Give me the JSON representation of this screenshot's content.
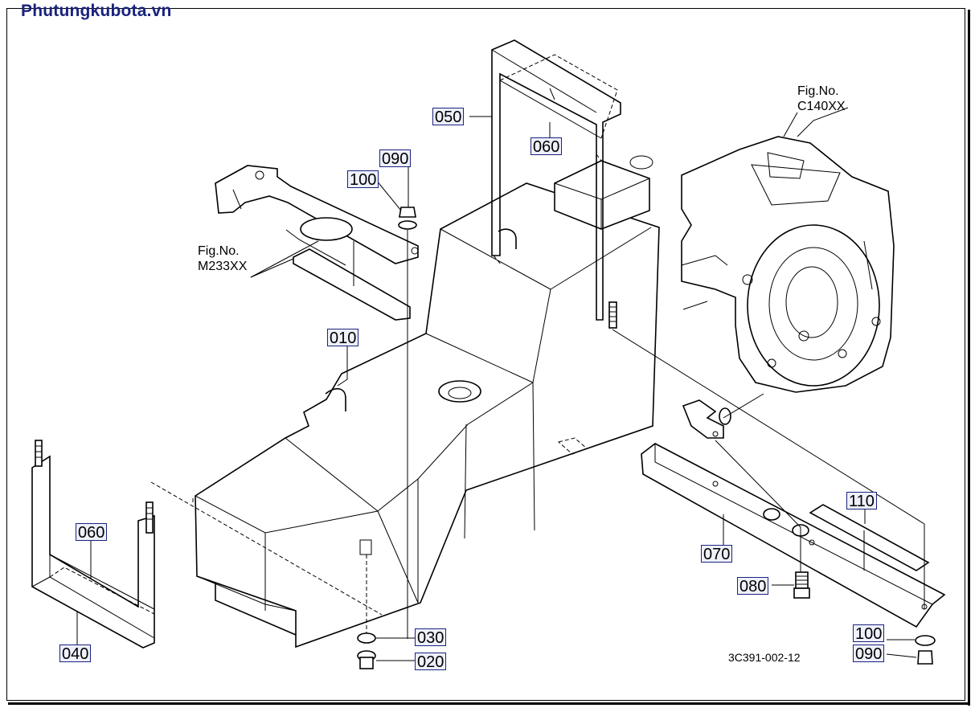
{
  "watermark": "Phutungkubota.vn",
  "drawing_code": "3C391-002-12",
  "figure_refs": {
    "upper_right": {
      "line1": "Fig.No.",
      "line2": "C140XX"
    },
    "upper_left": {
      "line1": "Fig.No.",
      "line2": "M233XX"
    }
  },
  "callouts": {
    "c050": "050",
    "c060_top": "060",
    "c090_top": "090",
    "c100_top": "100",
    "c010": "010",
    "c060_left": "060",
    "c040": "040",
    "c030": "030",
    "c020": "020",
    "c110": "110",
    "c070": "070",
    "c080": "080",
    "c100_bottom": "100",
    "c090_bottom": "090"
  },
  "colors": {
    "watermark": "#1a237e",
    "callout_border": "#1a237e",
    "callout_fill": "#eef0fb",
    "line": "#000000"
  }
}
